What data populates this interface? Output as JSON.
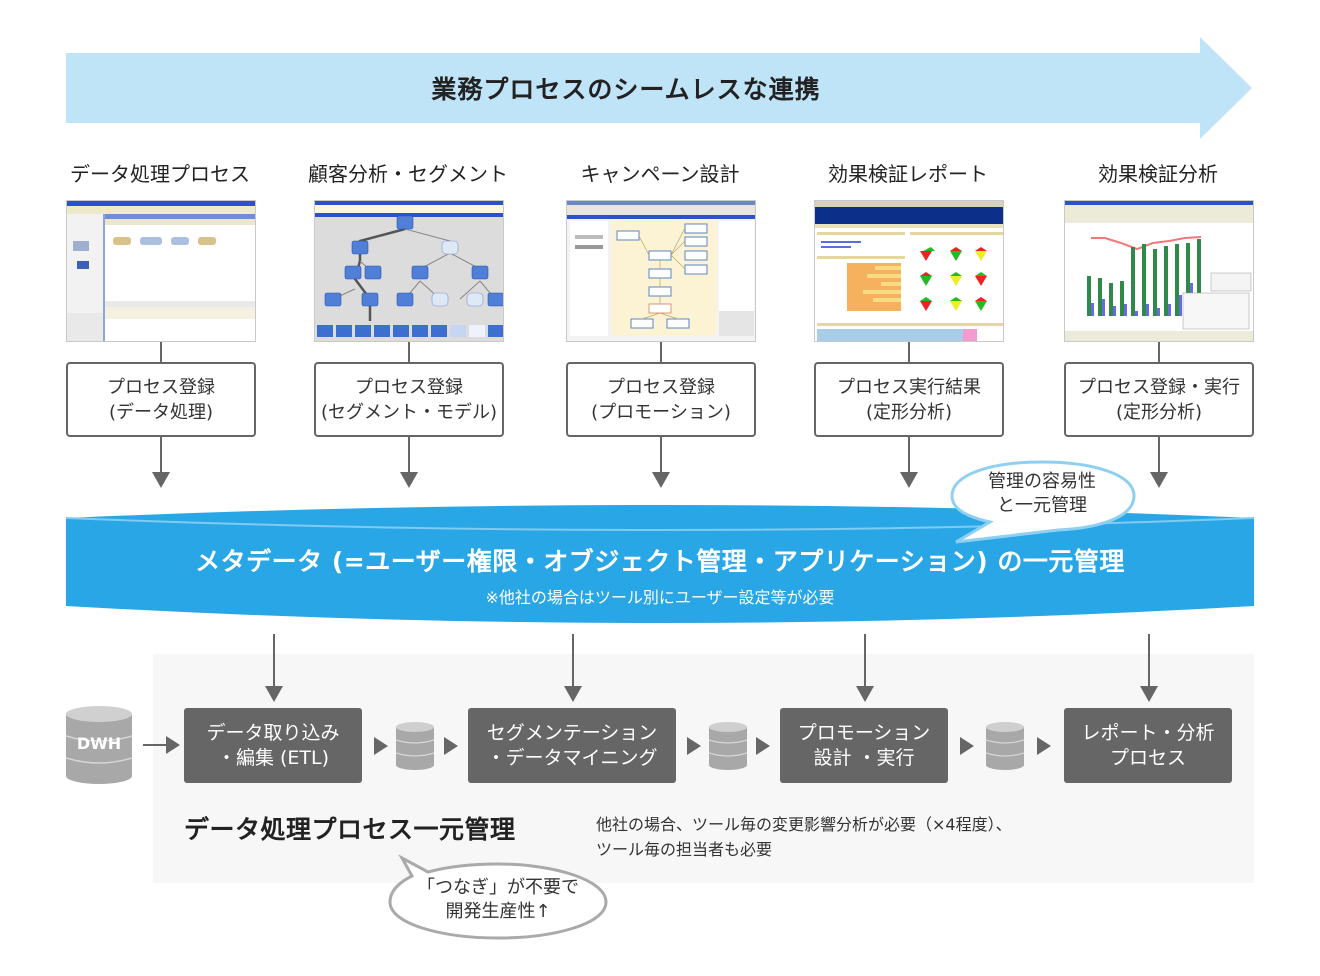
{
  "banner": {
    "title": "業務プロセスのシームレスな連携",
    "color": "#bfe3f7"
  },
  "columns": [
    {
      "title": "データ処理プロセス",
      "screenshot": "data-processing-screenshot",
      "box_line1": "プロセス登録",
      "box_line2": "(データ処理)"
    },
    {
      "title": "顧客分析・セグメント",
      "screenshot": "segment-tree-screenshot",
      "box_line1": "プロセス登録",
      "box_line2": "(セグメント・モデル)"
    },
    {
      "title": "キャンペーン設計",
      "screenshot": "campaign-flow-screenshot",
      "box_line1": "プロセス登録",
      "box_line2": "(プロモーション)"
    },
    {
      "title": "効果検証レポート",
      "screenshot": "report-dashboard-screenshot",
      "box_line1": "プロセス実行結果",
      "box_line2": "(定形分析)"
    },
    {
      "title": "効果検証分析",
      "screenshot": "analysis-chart-screenshot",
      "box_line1": "プロセス登録・実行",
      "box_line2": "(定形分析)"
    }
  ],
  "metadata": {
    "title": "メタデータ (=ユーザー権限・オブジェクト管理・アプリケーション) の一元管理",
    "note": "※他社の場合はツール別にユーザー設定等が必要",
    "color": "#29a6e6"
  },
  "bubble_top": {
    "line1": "管理の容易性",
    "line2": "と一元管理",
    "border_color": "#8fd0f2"
  },
  "pipeline": {
    "source_label": "DWH",
    "steps": [
      {
        "line1": "データ取り込み",
        "line2": "・編集 (ETL)"
      },
      {
        "line1": "セグメンテーション",
        "line2": "・データマイニング"
      },
      {
        "line1": "プロモーション",
        "line2": "設計 ・実行"
      },
      {
        "line1": "レポート・分析",
        "line2": "プロセス"
      }
    ],
    "box_color": "#666666"
  },
  "panel": {
    "title": "データ処理プロセス一元管理",
    "note_line1": "他社の場合、ツール毎の変更影響分析が必要（×4程度）、",
    "note_line2": "ツール毎の担当者も必要"
  },
  "bubble_bottom": {
    "line1": "「つなぎ」が不要で",
    "line2": "開発生産性↑",
    "border_color": "#aaaaaa"
  }
}
